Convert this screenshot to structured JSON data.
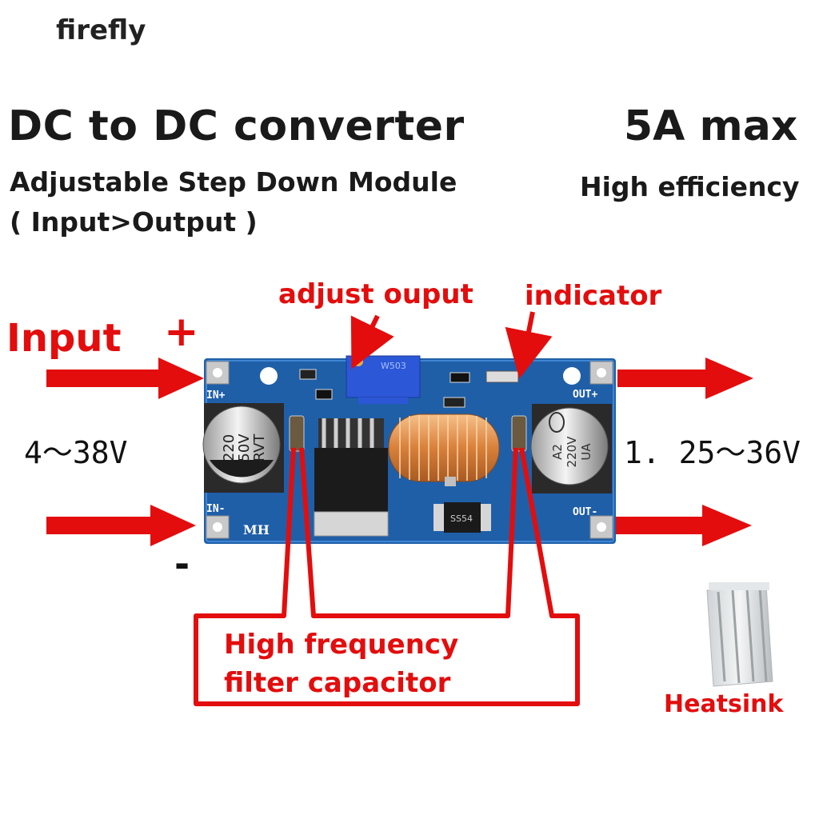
{
  "brand": "firefly",
  "header": {
    "title": "DC to DC converter",
    "max_current": "5A max",
    "subtitle_1": "Adjustable Step Down Module",
    "subtitle_2": "( Input>Output )",
    "efficiency": "High efficiency"
  },
  "labels": {
    "adjust_output": "adjust ouput",
    "indicator": "indicator",
    "input": "Input",
    "plus": "+",
    "minus": "-",
    "input_voltage": "4～38V",
    "output_voltage": "1. 25～36V",
    "filter_cap_line1": "High frequency",
    "filter_cap_line2": "filter capacitor",
    "heatsink": "Heatsink"
  },
  "board": {
    "in_plus": "IN+",
    "in_minus": "IN-",
    "out_plus": "OUT+",
    "out_minus": "OUT-",
    "maker": "MH",
    "cap_left": [
      "220",
      "50V",
      "RVT"
    ],
    "cap_right": [
      "A2",
      "220V",
      "UA"
    ],
    "pot": "W503",
    "diode": "SS54"
  },
  "colors": {
    "accent_red": "#e30d0d",
    "board_blue": "#1f5fa8",
    "text_dark": "#1a1a1a"
  }
}
